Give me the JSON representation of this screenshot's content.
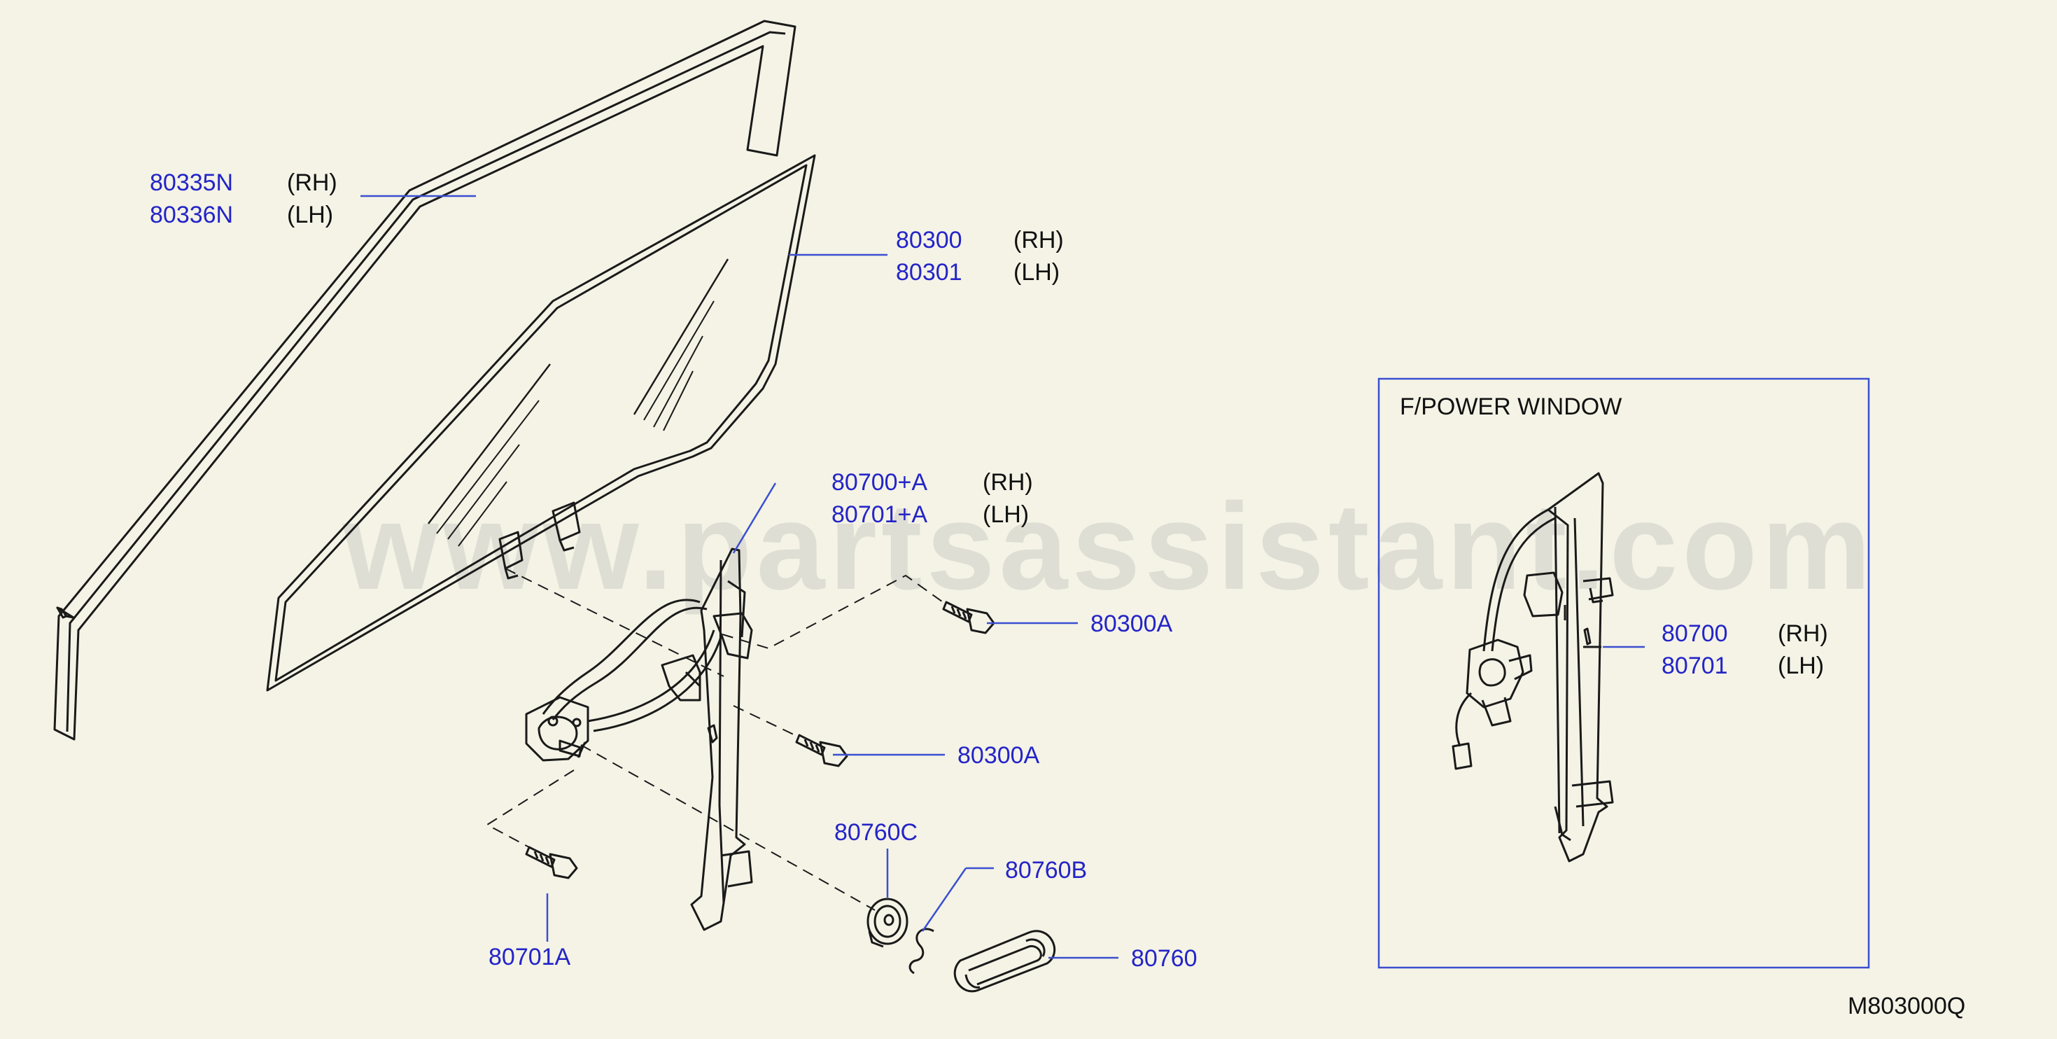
{
  "watermark": "www.partsassistant.com",
  "drawing_code": "M803000Q",
  "inset_title": "F/POWER   WINDOW",
  "colors": {
    "background": "#f4f3e6",
    "part_number": "#2424c8",
    "leader_line": "#3a4fd0",
    "drawing": "#1a1a1a",
    "watermark": "#969696"
  },
  "callouts": {
    "moulding": {
      "rh": {
        "part": "80335N",
        "side": "(RH)"
      },
      "lh": {
        "part": "80336N",
        "side": "(LH)"
      }
    },
    "glass": {
      "rh": {
        "part": "80300",
        "side": "(RH)"
      },
      "lh": {
        "part": "80301",
        "side": "(LH)"
      }
    },
    "regulator": {
      "rh": {
        "part": "80700+A",
        "side": "(RH)"
      },
      "lh": {
        "part": "80701+A",
        "side": "(LH)"
      }
    },
    "bolt_upper": "80300A",
    "bolt_lower": "80300A",
    "bolt_regulator": "80701A",
    "seat": "80760C",
    "clip": "80760B",
    "handle": "80760",
    "power_regulator": {
      "rh": {
        "part": "80700",
        "side": "(RH)"
      },
      "lh": {
        "part": "80701",
        "side": "(LH)"
      }
    }
  }
}
